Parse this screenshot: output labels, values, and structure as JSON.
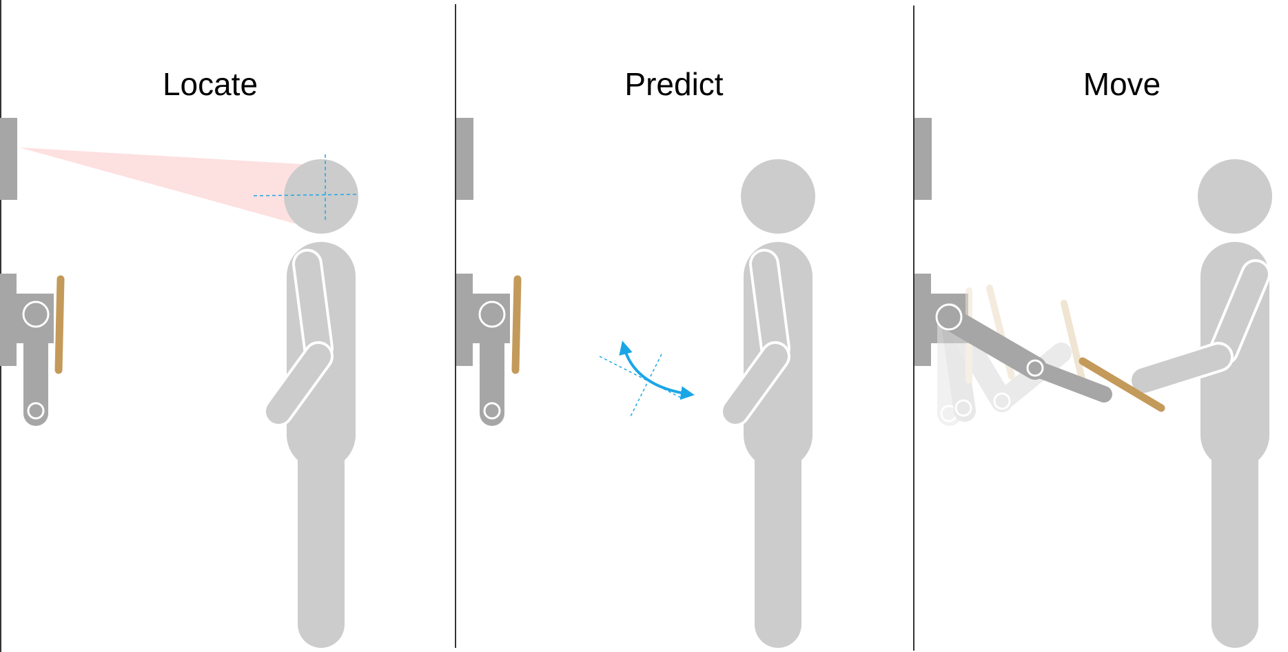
{
  "panels": [
    {
      "title": "Locate"
    },
    {
      "title": "Predict"
    },
    {
      "title": "Move"
    }
  ],
  "colors": {
    "figure": "#cccccc",
    "robot": "#a6a6a6",
    "object": "#c49a5a",
    "sensor_cone": "#fde0e0",
    "guide": "#1aa6e6",
    "divider": "#333333"
  }
}
